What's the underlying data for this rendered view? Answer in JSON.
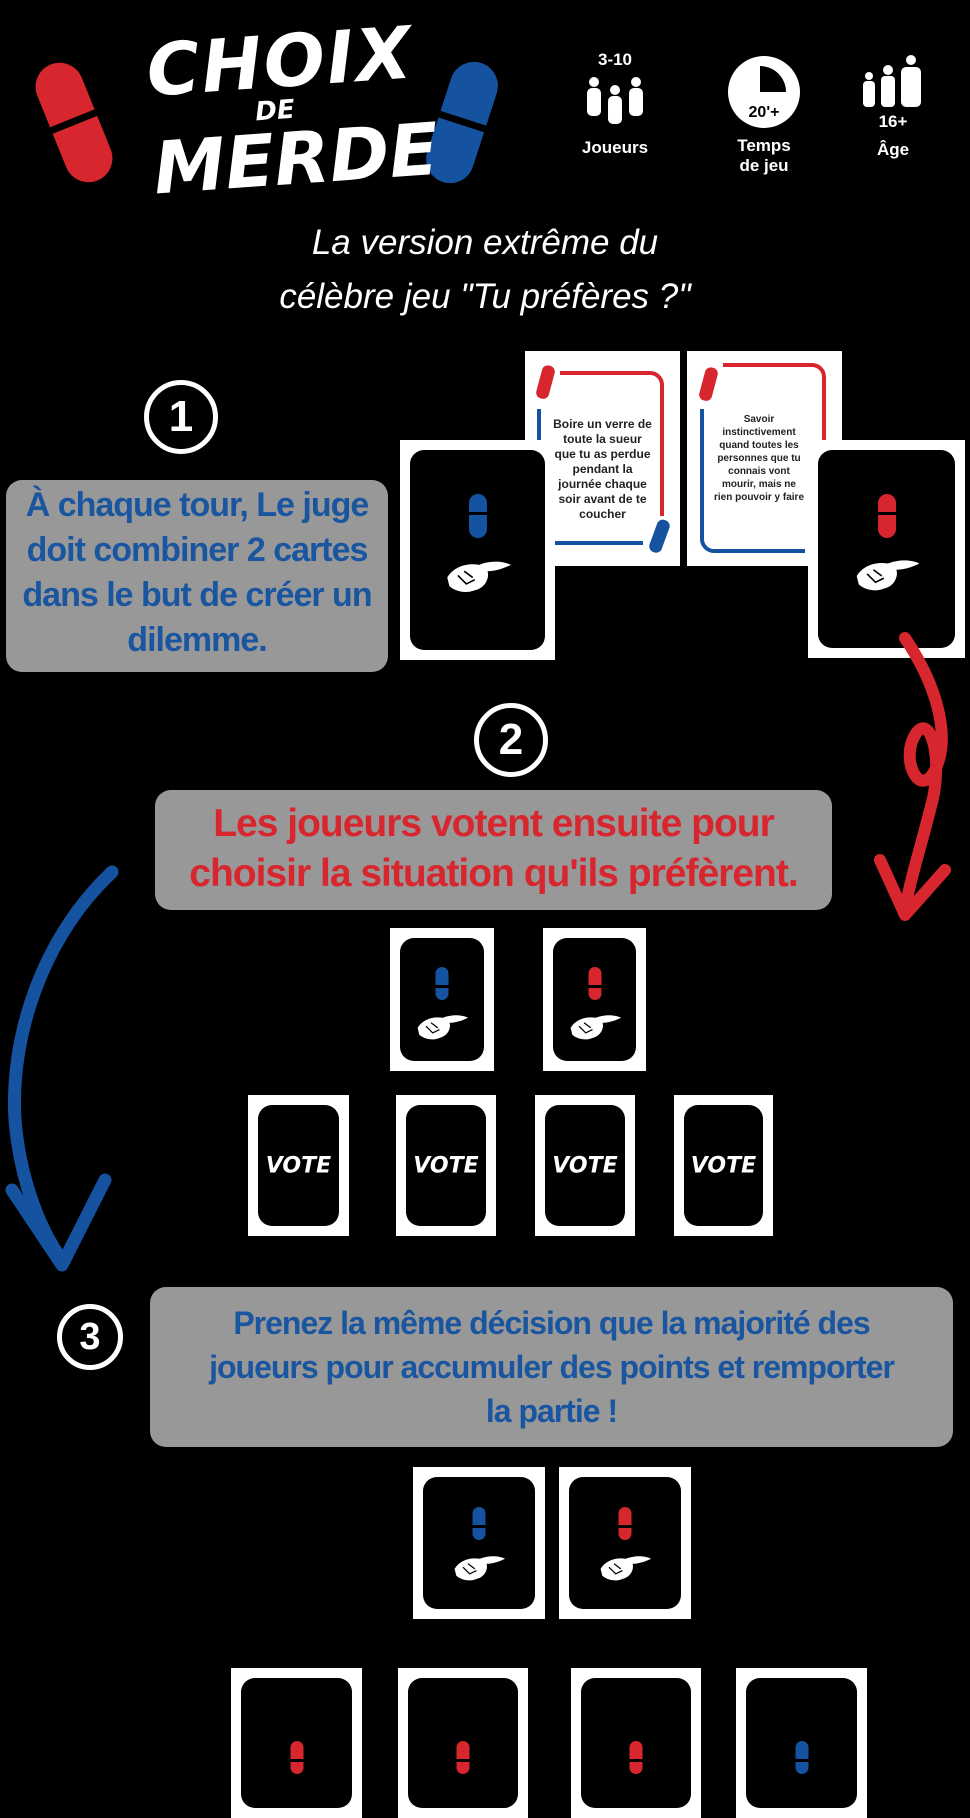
{
  "logo": {
    "line1": "CHOIX",
    "line2": "DE",
    "line3": "MERDE"
  },
  "info": {
    "players": {
      "value": "3-10",
      "label": "Joueurs",
      "icon": "players-icon"
    },
    "time": {
      "value": "20'+",
      "label1": "Temps",
      "label2": "de jeu",
      "icon": "timer-icon"
    },
    "age": {
      "value": "16+",
      "label": "Âge",
      "icon": "age-icon"
    }
  },
  "subtitle": {
    "line1": "La version extrême du",
    "line2": "célèbre jeu \"Tu préfères ?\""
  },
  "steps": [
    {
      "number": "1",
      "lines": [
        "À chaque tour, Le juge",
        "doit combiner 2 cartes",
        "dans le but de créer un",
        "dilemme."
      ]
    },
    {
      "number": "2",
      "lines": [
        "Les joueurs votent ensuite pour",
        "choisir la situation qu'ils préfèrent."
      ]
    },
    {
      "number": "3",
      "lines": [
        "Prenez la même décision que la majorité des",
        "joueurs pour accumuler des points et remporter",
        "la partie !"
      ]
    }
  ],
  "cards": {
    "card_a": "Boire un verre de toute la sueur que tu as perdue pendant la journée chaque soir avant de te coucher",
    "card_b": "Savoir instinctivement quand toutes les personnes que tu connais vont mourir, mais ne rien pouvoir y faire",
    "vote_label": "VOTE"
  },
  "colors": {
    "red": "#d8262e",
    "blue": "#1553a0",
    "box": "#989898"
  }
}
